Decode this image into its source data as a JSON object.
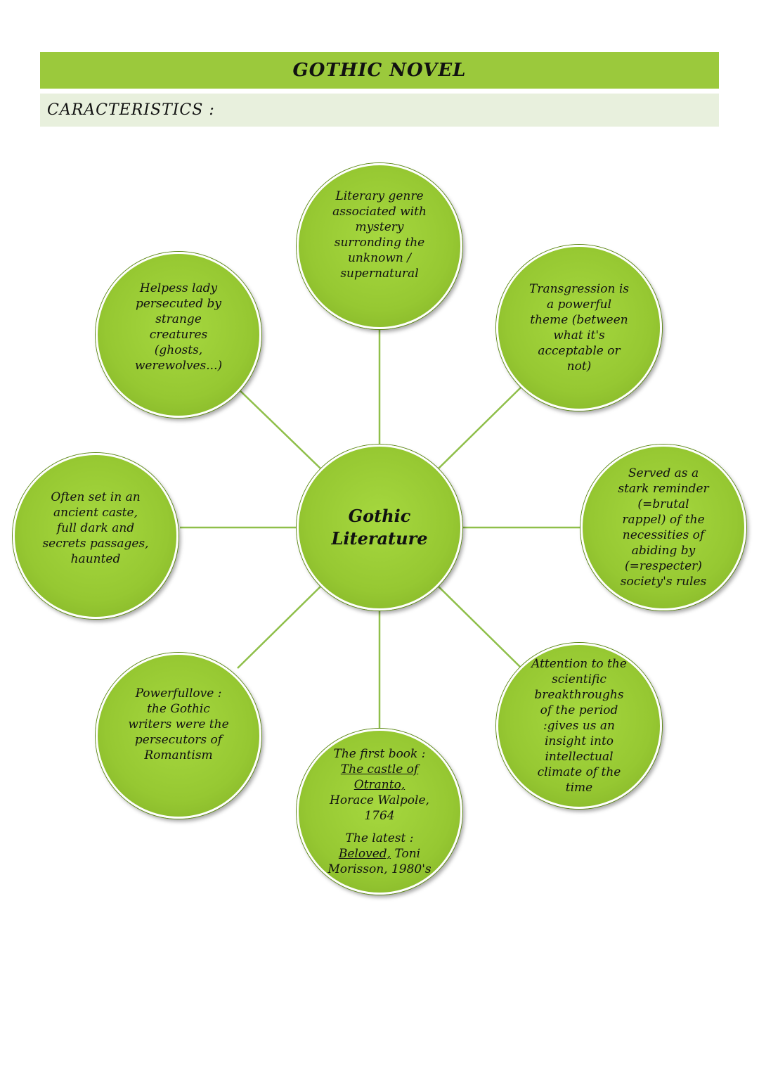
{
  "header": {
    "title": "GOTHIC NOVEL",
    "subtitle": "CARACTERISTICS :"
  },
  "colors": {
    "title_bar": "#9bc93c",
    "subtitle_bar": "#e8f0dd",
    "node_fill": "#96c832",
    "connector": "#8fbf4a"
  },
  "diagram": {
    "center": "Gothic\nLiterature",
    "nodes": {
      "top": "Literary genre\nassociated with\nmystery\nsurronding the\nunknown /\nsupernatural",
      "top_right": "Transgression is\na powerful\ntheme (between\nwhat it's\nacceptable or\nnot)",
      "right": "Served as a\nstark reminder\n(=brutal\nrappel) of the\nnecessities of\nabiding by\n(=respecter)\nsociety's rules",
      "bottom_right": "Attention to the\nscientific\nbreakthroughs\nof the period\n:gives us an\ninsight into\nintellectual\nclimate of the\ntime",
      "bottom": {
        "first_label": "The first book :",
        "first_title": "The castle of\nOtranto,",
        "first_rest": "Horace Walpole,\n1764",
        "latest_label": "The latest :",
        "latest_title": "Beloved,",
        "latest_rest": " Toni\nMorisson, 1980's"
      },
      "bottom_left": "Powerfullove :\nthe Gothic\nwriters were the\npersecutors of\nRomantism",
      "left": "Often set in an\nancient caste,\nfull dark and\nsecrets passages,\nhaunted",
      "top_left": "Helpess lady\npersecuted by\nstrange\ncreatures\n(ghosts,\nwerewolves...)"
    }
  }
}
